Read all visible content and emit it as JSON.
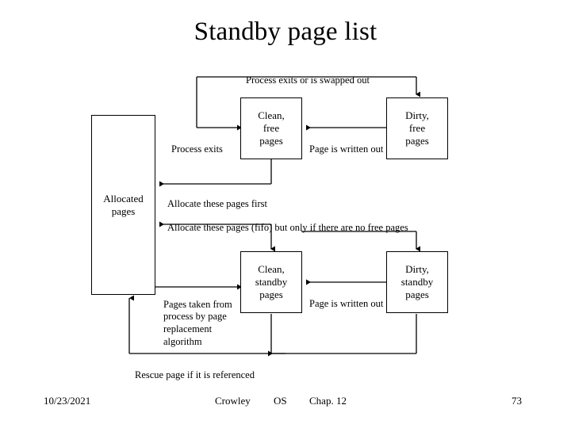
{
  "slide": {
    "title": "Standby page list"
  },
  "diagram": {
    "nodes": [
      {
        "id": "allocated",
        "label": "Allocated\npages"
      },
      {
        "id": "clean-free",
        "label": "Clean,\nfree\npages"
      },
      {
        "id": "dirty-free",
        "label": "Dirty,\nfree\npages"
      },
      {
        "id": "clean-standby",
        "label": "Clean,\nstandby\npages"
      },
      {
        "id": "dirty-standby",
        "label": "Dirty,\nstandby\npages"
      }
    ],
    "edge_labels": [
      {
        "id": "process-exits-swapped",
        "text": "Process exits or is swapped out"
      },
      {
        "id": "process-exits",
        "text": "Process exits"
      },
      {
        "id": "page-written-out-top",
        "text": "Page is written out"
      },
      {
        "id": "allocate-first",
        "text": "Allocate these pages first"
      },
      {
        "id": "allocate-fifo",
        "text": "Allocate these pages (fifo) but only if there are no free pages"
      },
      {
        "id": "pages-taken",
        "text": "Pages taken from\nprocess by page\nreplacement\nalgorithm"
      },
      {
        "id": "page-written-out-bot",
        "text": "Page is written out"
      },
      {
        "id": "rescue-page",
        "text": "Rescue page if it is referenced"
      }
    ],
    "colors": {
      "stroke": "#000000",
      "background": "#ffffff",
      "text": "#000000"
    }
  },
  "footer": {
    "date": "10/23/2021",
    "author": "Crowley",
    "course": "OS",
    "chapter": "Chap. 12",
    "page_number": "73"
  }
}
